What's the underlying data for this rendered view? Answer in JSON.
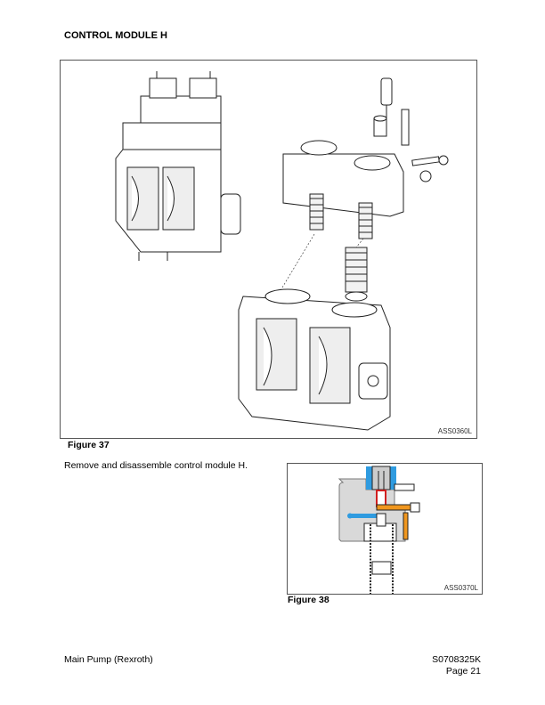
{
  "header": {
    "title": "CONTROL MODULE H"
  },
  "figure37": {
    "caption": "Figure 37",
    "code": "ASS0360L"
  },
  "instruction": "Remove and disassemble control module H.",
  "figure38": {
    "caption": "Figure 38",
    "code": "ASS0370L"
  },
  "footer": {
    "left": "Main Pump (Rexroth)",
    "doc_number": "S0708325K",
    "page": "Page 21"
  },
  "colors": {
    "blue": "#2f9be0",
    "orange": "#f0961e",
    "red": "#d02020",
    "gray": "#d9d9d9"
  }
}
